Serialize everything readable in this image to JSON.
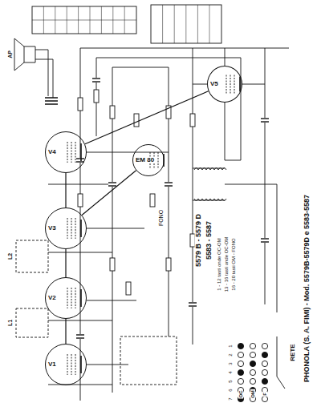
{
  "diagram": {
    "title": "PHONOLA (S. A. FIMI) - Mod. 5579B-5579D e 5583-5587",
    "nodes": [
      {
        "text": [
          "V1"
        ]
      },
      {
        "text": [
          "V2"
        ]
      },
      {
        "text": [
          "V3"
        ]
      },
      {
        "text": [
          "V4"
        ]
      },
      {
        "text": [
          "EM 80"
        ]
      },
      {
        "text": [
          "V5"
        ]
      }
    ],
    "edges": [
      {
        "from": 0,
        "to": 1,
        "arrow": "none"
      },
      {
        "from": 1,
        "to": 2,
        "arrow": "none"
      },
      {
        "from": 2,
        "to": 3,
        "arrow": "none"
      },
      {
        "from": 2,
        "to": 4,
        "arrow": "none"
      },
      {
        "from": 3,
        "to": 5,
        "arrow": "none"
      }
    ],
    "labels": [
      "5579 B - 5579 D",
      "5583 - 5587",
      "1 - 12 tasti onde OC-OM",
      "13 - 16 tasti onde OC-OM",
      "16 - 20 tasti OM - FONO",
      "FONO",
      "RETE",
      "L1",
      "L2",
      "AP",
      "OC",
      "OM",
      "F",
      "1",
      "2",
      "3",
      "4",
      "5",
      "6",
      "7"
    ]
  }
}
